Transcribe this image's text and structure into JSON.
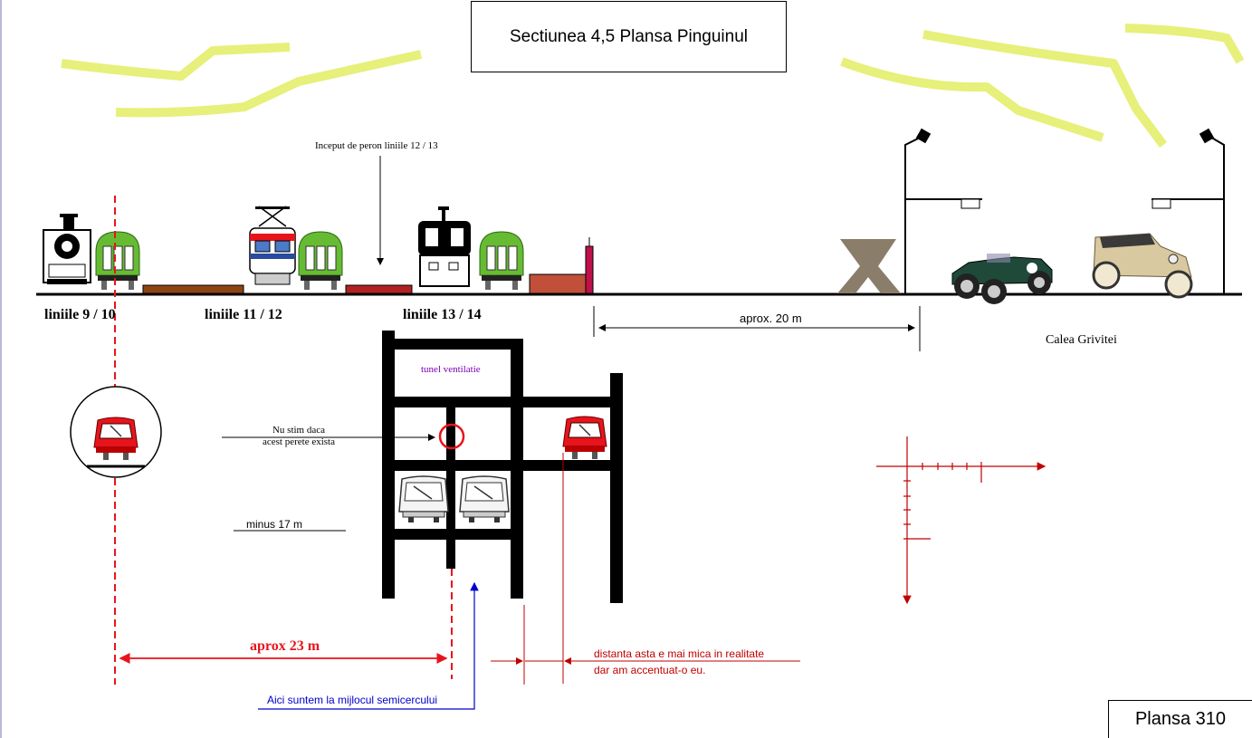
{
  "title": "Sectiunea  4,5  Plansa Pinguinul",
  "plate": "Plansa  310",
  "platform_start": "Inceput de peron liniile 12 / 13",
  "tracks": {
    "t1": "liniile  9  /  10",
    "t2": "liniile    11  /    12",
    "t3": "liniile  13 /   14"
  },
  "approx_20m": "aprox.   20 m",
  "street": "Calea   Grivitei",
  "vent_tunnel": "tunel  ventilatie",
  "wall_note": [
    "Nu stim daca",
    "acest perete exista"
  ],
  "depth": "minus   17 m",
  "approx_23m": "aprox  23 m",
  "distance_note": [
    "distanta  asta  e  mai  mica in  realitate",
    "dar am   accentuat-o  eu."
  ],
  "middle_note": "Aici suntem la mijlocul semicercului",
  "colors": {
    "red": "#e8141c",
    "dark_red": "#c00000",
    "blue": "#0000cc",
    "purple": "#7b00b4",
    "cloud": "#e6f07a",
    "green": "#66bb33"
  }
}
